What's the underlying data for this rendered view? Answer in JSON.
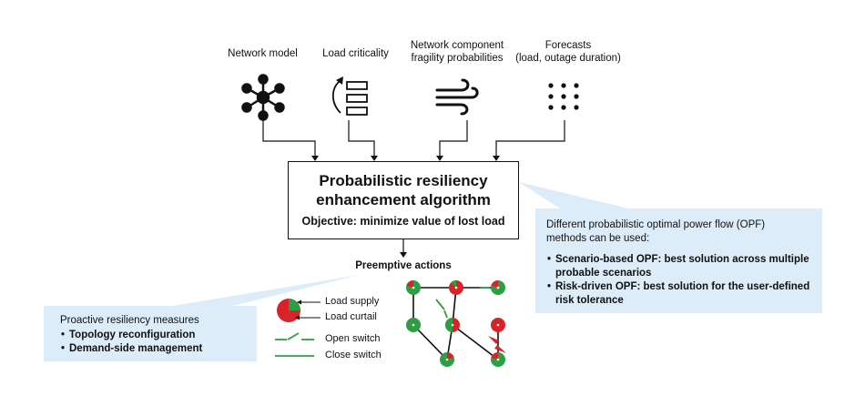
{
  "inputs": {
    "network_model": "Network model",
    "load_criticality": "Load criticality",
    "fragility_line1": "Network component",
    "fragility_line2": "fragility probabilities",
    "forecasts_line1": "Forecasts",
    "forecasts_line2": "(load, outage duration)"
  },
  "algorithm": {
    "title_line1": "Probabilistic resiliency",
    "title_line2": "enhancement algorithm",
    "objective": "Objective: minimize value of lost load"
  },
  "opf_callout": {
    "intro_line1": "Different probabilistic optimal power flow (OPF)",
    "intro_line2": "methods can be used:",
    "item1_line1": "Scenario-based OPF: best solution across multiple",
    "item1_line2": "probable scenarios",
    "item2_line1": "Risk-driven OPF: best solution for the user-defined",
    "item2_line2": "risk tolerance"
  },
  "proactive_callout": {
    "heading": "Proactive resiliency measures",
    "item1": "Topology reconfiguration",
    "item2": "Demand-side management"
  },
  "preemptive_label": "Preemptive actions",
  "legend": {
    "load_supply": "Load supply",
    "load_curtail": "Load curtail",
    "open_switch": "Open switch",
    "close_switch": "Close switch"
  },
  "colors": {
    "supply_green": "#2e9e44",
    "curtail_red": "#d9232a",
    "callout_blue": "#dcecf8"
  },
  "icons": [
    "network-hub-icon",
    "priority-list-icon",
    "wind-icon",
    "dot-grid-icon"
  ]
}
